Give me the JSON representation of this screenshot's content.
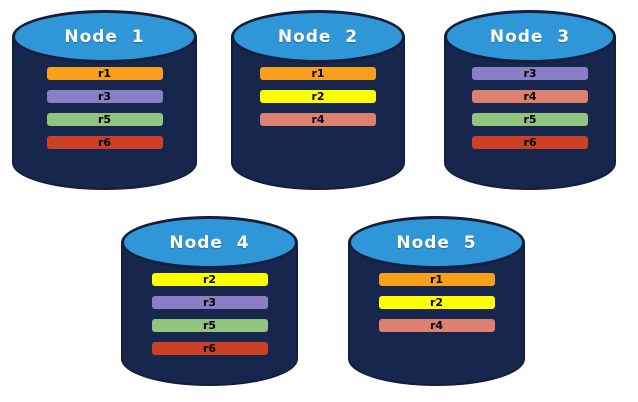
{
  "palette": {
    "background": "#FFFFFF",
    "cylinder_body": "#17264C",
    "cylinder_outline": "#121E3E",
    "cylinder_top": "#2F97D7",
    "title_text": "#FFFFFF",
    "row_text": "#000000",
    "r1_orange": "#F9A01B",
    "r2_yellow": "#FFFF00",
    "r3_purple": "#8A7EC4",
    "r4_salmon": "#DC8070",
    "r5_green": "#90C47F",
    "r6_red": "#CE4023"
  },
  "nodes": [
    {
      "label": "Node  1",
      "rows": [
        {
          "label": "r1",
          "color": "#F9A01B"
        },
        {
          "label": "r3",
          "color": "#8A7EC4"
        },
        {
          "label": "r5",
          "color": "#90C47F"
        },
        {
          "label": "r6",
          "color": "#CE4023"
        }
      ]
    },
    {
      "label": "Node  2",
      "rows": [
        {
          "label": "r1",
          "color": "#F9A01B"
        },
        {
          "label": "r2",
          "color": "#FFFF00"
        },
        {
          "label": "r4",
          "color": "#DC8070"
        }
      ]
    },
    {
      "label": "Node  3",
      "rows": [
        {
          "label": "r3",
          "color": "#8A7EC4"
        },
        {
          "label": "r4",
          "color": "#DC8070"
        },
        {
          "label": "r5",
          "color": "#90C47F"
        },
        {
          "label": "r6",
          "color": "#CE4023"
        }
      ]
    },
    {
      "label": "Node  4",
      "rows": [
        {
          "label": "r2",
          "color": "#FFFF00"
        },
        {
          "label": "r3",
          "color": "#8A7EC4"
        },
        {
          "label": "r5",
          "color": "#90C47F"
        },
        {
          "label": "r6",
          "color": "#CE4023"
        }
      ]
    },
    {
      "label": "Node  5",
      "rows": [
        {
          "label": "r1",
          "color": "#F9A01B"
        },
        {
          "label": "r2",
          "color": "#FFFF00"
        },
        {
          "label": "r4",
          "color": "#DC8070"
        }
      ]
    }
  ]
}
